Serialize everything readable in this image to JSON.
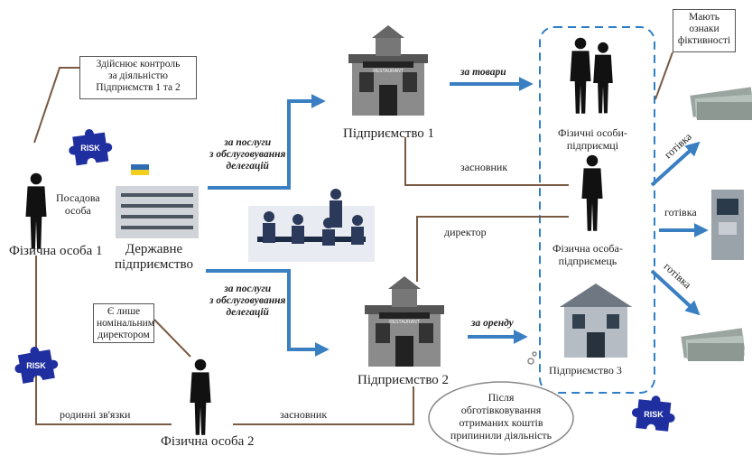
{
  "nodes": {
    "person1": "Фізична особа 1",
    "person2": "Фізична особа 2",
    "state_enterprise": "Державне\nпідприємство",
    "enterprise1": "Підприємство 1",
    "enterprise2": "Підприємство 2",
    "enterprise3": "Підприємство 3",
    "individual_entrepreneurs": "Фізичні особи-\nпідприємці",
    "individual_entrepreneur": "Фізична особа-\nпідприємець"
  },
  "notes": {
    "control": "Здійснює контроль\nза діяльністю\nПідприємств 1 та 2",
    "nominal_director": "Є лише\nномінальним\nдиректором",
    "fictitious": "Мають\nознаки\nфіктивності",
    "ceased": "Після\nобготівковування\nотриманих коштів\nприпинили діяльність"
  },
  "edges": {
    "official": "Посадова\nособа",
    "services_top": "за послуги\nз обслуговування\nделегацій",
    "services_bottom": "за послуги\nз обслуговування\nделегацій",
    "for_goods": "за товари",
    "for_rent": "за оренду",
    "founder_top": "засновник",
    "director": "директор",
    "founder_bottom": "засновник",
    "family": "родинні зв'язки",
    "cash1": "готівка",
    "cash2": "готівка",
    "cash3": "готівка"
  },
  "icons": {
    "risk_badge": "RISK",
    "shop_sign": "RESTAURANT"
  },
  "colors": {
    "arrow_blue": "#3a7fc1",
    "line_brown": "#7a5a42",
    "dashed_blue": "#2f7fc7",
    "puzzle_blue": "#1f2fa0"
  }
}
